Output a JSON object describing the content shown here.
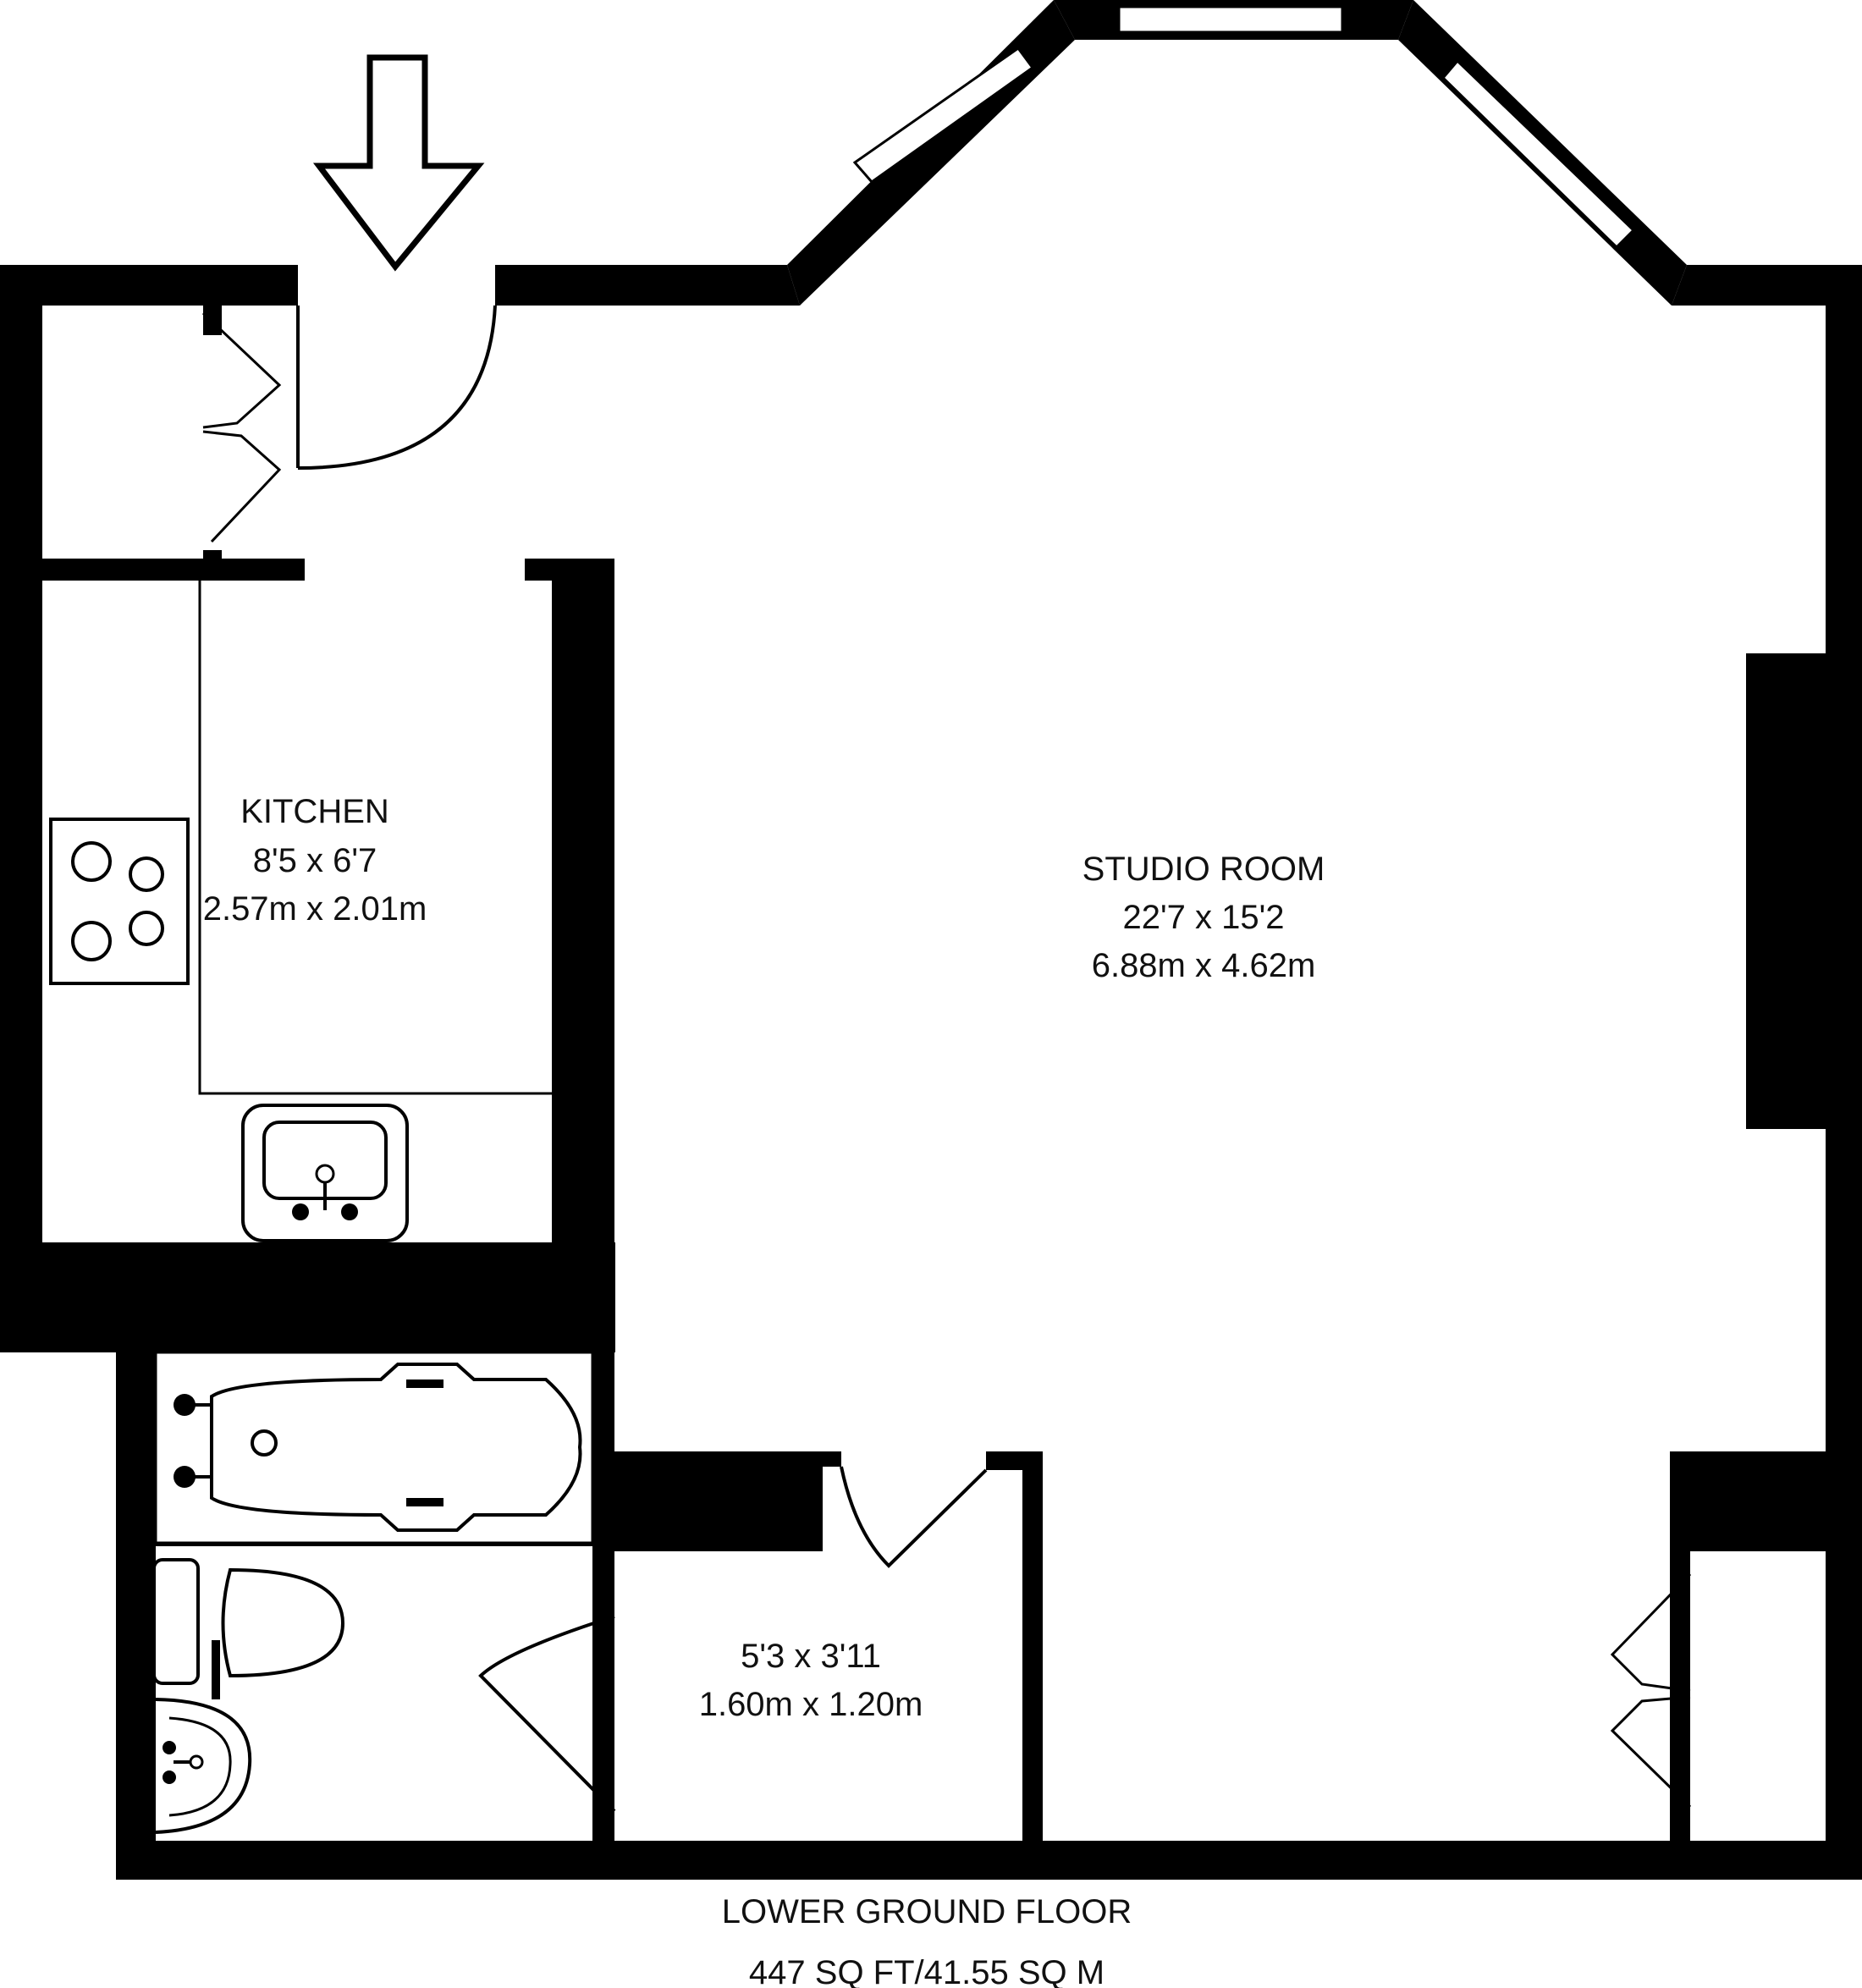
{
  "rooms": {
    "kitchen": {
      "name": "KITCHEN",
      "imperial": "8'5 x 6'7",
      "metric": "2.57m x 2.01m"
    },
    "studio": {
      "name": "STUDIO ROOM",
      "imperial": "22'7 x 15'2",
      "metric": "6.88m x 4.62m"
    },
    "store": {
      "imperial": "5'3 x 3'11",
      "metric": "1.60m x 1.20m"
    }
  },
  "floor": {
    "name": "LOWER GROUND FLOOR",
    "area": "447 SQ FT/41.55 SQ M"
  },
  "icons": [
    "entrance-arrow-icon",
    "hob-icon",
    "kitchen-sink-icon",
    "bathtub-icon",
    "toilet-icon",
    "wash-basin-icon"
  ],
  "colors": {
    "wall": "#000000",
    "background": "#ffffff"
  }
}
